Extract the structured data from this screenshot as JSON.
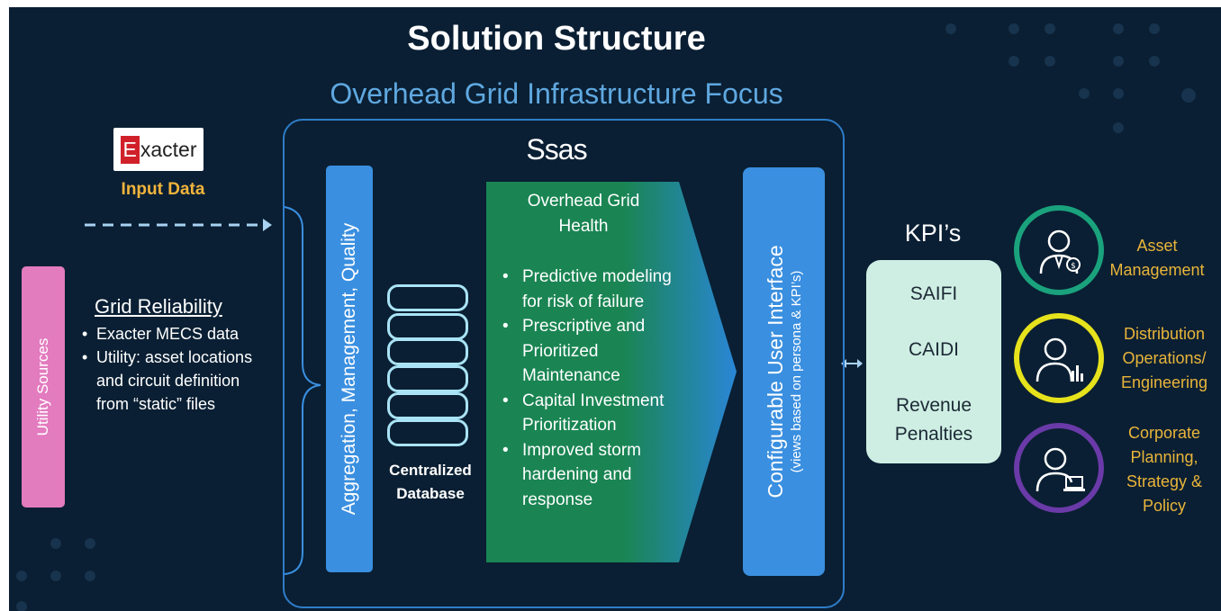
{
  "title": "Solution Structure",
  "subtitle": "Overhead Grid Infrastructure Focus",
  "logos": {
    "exacter": {
      "first_letter": "E",
      "rest": "xacter"
    },
    "sas": "Ssas"
  },
  "input_data_label": "Input Data",
  "utility_sources_label": "Utility Sources",
  "grid_reliability": {
    "title": "Grid Reliability",
    "items": [
      "Exacter MECS data",
      "Utility: asset locations and circuit definition from “static” files"
    ]
  },
  "aggregation_label": "Aggregation, Management, Quality",
  "database_label": {
    "line1": "Centralized",
    "line2": "Database"
  },
  "grid_health": {
    "title_line1": "Overhead Grid",
    "title_line2": "Health",
    "items": [
      "Predictive modeling for risk of failure",
      "Prescriptive and Prioritized Maintenance",
      "Capital Investment Prioritization",
      "Improved storm hardening and response"
    ]
  },
  "ui_panel": {
    "title": "Configurable User Interface",
    "subtitle": "(views based on persona & KPI’s)"
  },
  "kpi": {
    "title": "KPI’s",
    "items": [
      "SAIFI",
      "CAIDI",
      "Revenue Penalties"
    ]
  },
  "personas": [
    {
      "label": "Asset Management",
      "color": "#1aa27d",
      "icon": "user-dollar-icon"
    },
    {
      "label": "Distribution Operations/ Engineering",
      "color": "#e6e21c",
      "icon": "user-chart-icon"
    },
    {
      "label": "Corporate Planning, Strategy & Policy",
      "color": "#6a3aa8",
      "icon": "user-laptop-icon"
    }
  ],
  "colors": {
    "background": "#0a1f33",
    "accent_blue": "#3a8fe0",
    "health_green": "#1a8553",
    "utility_pink": "#e37bbf",
    "kpi_mint": "#cfeee3",
    "persona_text": "#e9b53a"
  }
}
